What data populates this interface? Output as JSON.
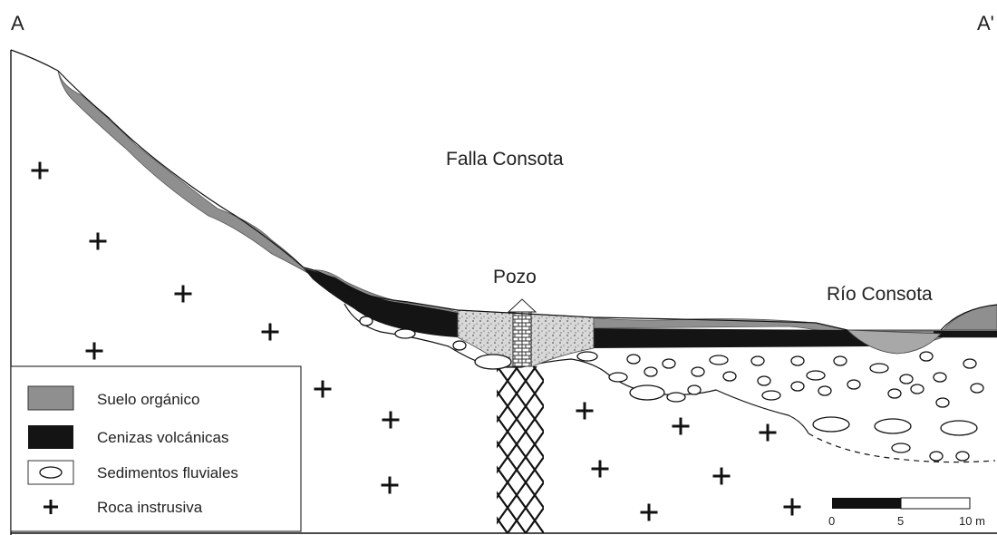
{
  "section": {
    "start": "A",
    "end": "A'"
  },
  "labels": {
    "fault": "Falla Consota",
    "well": "Pozo",
    "river": "Río Consota"
  },
  "legend": [
    {
      "label": "Suelo orgánico",
      "swatch": "organic-soil",
      "color": "#8f8f8f"
    },
    {
      "label": "Cenizas volcánicas",
      "swatch": "volcanic-ash",
      "color": "#141414"
    },
    {
      "label": "Sedimentos fluviales",
      "swatch": "fluvial-sediments",
      "color": "#ffffff"
    },
    {
      "label": "Roca instrusiva",
      "swatch": "intrusive-rock",
      "color": "#111111"
    }
  ],
  "scale_bar": {
    "ticks": [
      "0",
      "5",
      "10 m"
    ]
  }
}
